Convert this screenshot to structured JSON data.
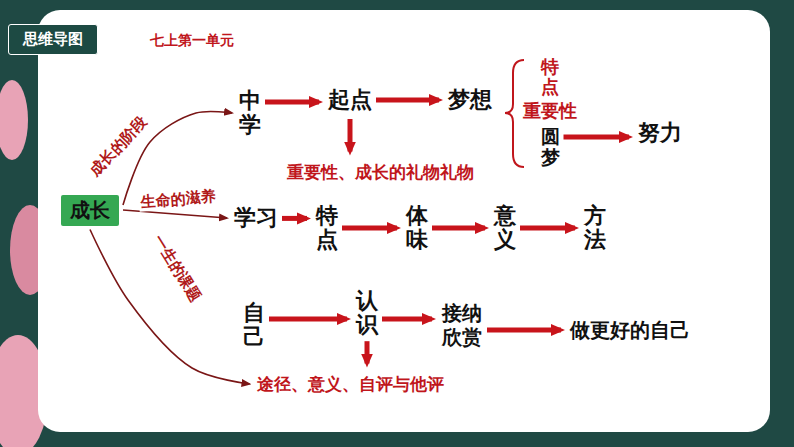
{
  "diagram": {
    "title": "思维导图",
    "nodes": [
      {
        "text": [
          "成长"
        ]
      },
      {
        "text": [
          "中学"
        ]
      },
      {
        "text": [
          "起点"
        ]
      },
      {
        "text": [
          "梦想"
        ]
      },
      {
        "text": [
          "特点"
        ]
      },
      {
        "text": [
          "重要性"
        ]
      },
      {
        "text": [
          "圆梦"
        ]
      },
      {
        "text": [
          "努力"
        ]
      },
      {
        "text": [
          "重要性、成长的礼物礼物"
        ]
      },
      {
        "text": [
          "学习"
        ]
      },
      {
        "text": [
          "特点"
        ]
      },
      {
        "text": [
          "体味"
        ]
      },
      {
        "text": [
          "意义"
        ]
      },
      {
        "text": [
          "方法"
        ]
      },
      {
        "text": [
          "自己"
        ]
      },
      {
        "text": [
          "认识"
        ]
      },
      {
        "text": [
          "接纳 欣赏"
        ]
      },
      {
        "text": [
          "做更好的自己"
        ]
      },
      {
        "text": [
          "途径、意义、自评与他评"
        ]
      }
    ],
    "edges": [
      {
        "from": 0,
        "to": 1,
        "label": "成长的阶段",
        "arrow": "to"
      },
      {
        "from": 0,
        "to": 9,
        "label": "生命的滋养",
        "arrow": "to"
      },
      {
        "from": 0,
        "to": 18,
        "label": "一生的课题",
        "arrow": "to"
      },
      {
        "from": 1,
        "to": 2,
        "arrow": "to"
      },
      {
        "from": 2,
        "to": 3,
        "arrow": "to"
      },
      {
        "from": 2,
        "to": 8,
        "arrow": "to"
      },
      {
        "from": 6,
        "to": 7,
        "arrow": "to"
      },
      {
        "from": 9,
        "to": 10,
        "arrow": "to"
      },
      {
        "from": 10,
        "to": 11,
        "arrow": "to"
      },
      {
        "from": 11,
        "to": 12,
        "arrow": "to"
      },
      {
        "from": 12,
        "to": 13,
        "arrow": "to"
      },
      {
        "from": 14,
        "to": 15,
        "arrow": "to"
      },
      {
        "from": 15,
        "to": 16,
        "arrow": "to"
      },
      {
        "from": 16,
        "to": 17,
        "arrow": "to"
      },
      {
        "from": 15,
        "to": 18,
        "arrow": "to"
      }
    ],
    "labels": [
      "七上第一单元"
    ]
  }
}
